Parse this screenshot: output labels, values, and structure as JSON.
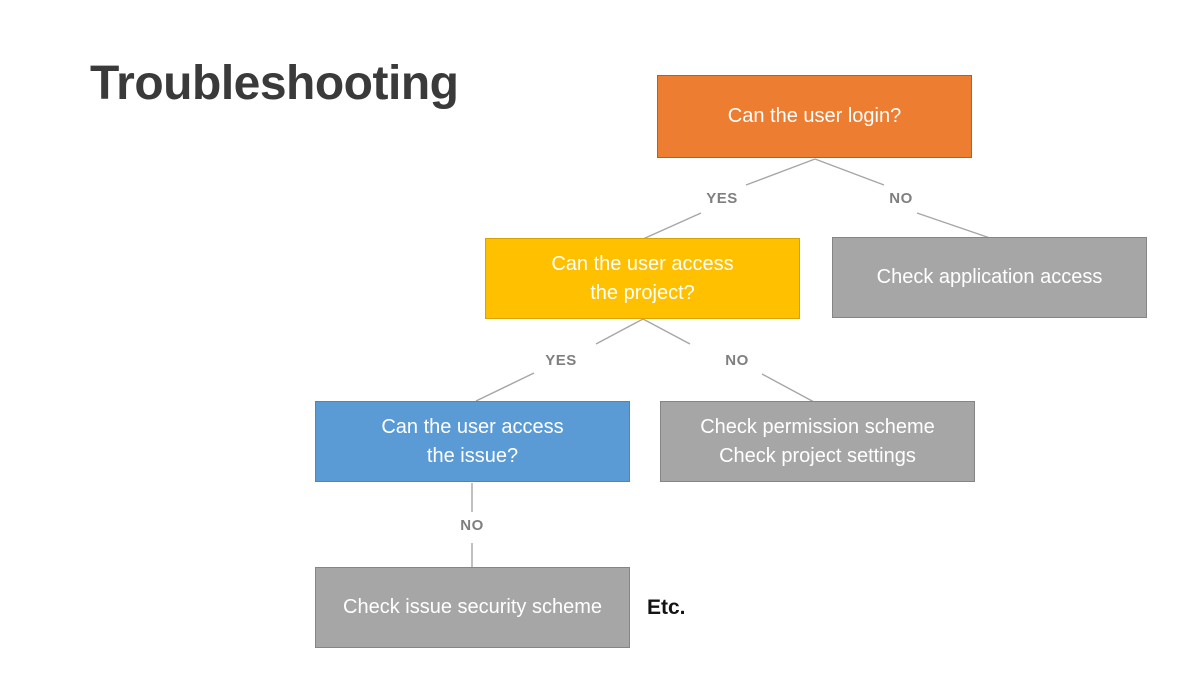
{
  "slide": {
    "title": "Troubleshooting",
    "etc_label": "Etc."
  },
  "colors": {
    "background": "#FFFFFF",
    "title_text": "#3A3A3A",
    "orange_fill": "#ED7D31",
    "orange_border": "#C55A11",
    "yellow_fill": "#FFC000",
    "yellow_border": "#D9A300",
    "blue_fill": "#5B9BD5",
    "blue_border": "#4A86C5",
    "gray_fill": "#A6A6A6",
    "gray_border": "#858585",
    "node_text": "#FFFFFF",
    "connector_line": "#A6A6A6",
    "edge_label_text": "#7F7F7F",
    "etc_text": "#141414"
  },
  "diagram": {
    "nodes": [
      {
        "id": "login",
        "color": "orange",
        "label_lines": [
          "Can the user login?"
        ]
      },
      {
        "id": "project",
        "color": "yellow",
        "label_lines": [
          "Can the user access",
          "the project?"
        ]
      },
      {
        "id": "app-access",
        "color": "gray",
        "label_lines": [
          "Check application access"
        ]
      },
      {
        "id": "issue",
        "color": "blue",
        "label_lines": [
          "Can the user access",
          "the issue?"
        ]
      },
      {
        "id": "permission",
        "color": "gray",
        "label_lines": [
          "Check permission scheme",
          "Check project settings"
        ]
      },
      {
        "id": "issue-security",
        "color": "gray",
        "label_lines": [
          "Check issue security scheme"
        ]
      }
    ],
    "edge_labels": [
      {
        "from": "login",
        "to": "project",
        "label": "YES"
      },
      {
        "from": "login",
        "to": "app-access",
        "label": "NO"
      },
      {
        "from": "project",
        "to": "issue",
        "label": "YES"
      },
      {
        "from": "project",
        "to": "permission",
        "label": "NO"
      },
      {
        "from": "issue",
        "to": "issue-security",
        "label": "NO"
      }
    ]
  }
}
